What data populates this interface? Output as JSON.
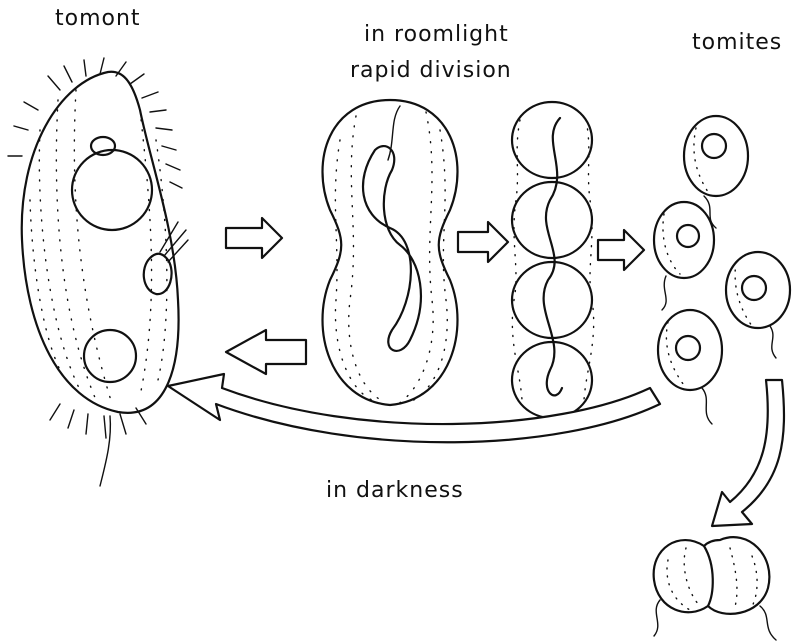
{
  "labels": {
    "tomont": "tomont",
    "roomlight_line1": "in roomlight",
    "roomlight_line2": "rapid division",
    "tomites": "tomites",
    "darkness": "in darkness"
  },
  "colors": {
    "ink": "#111111",
    "background": "#ffffff"
  }
}
